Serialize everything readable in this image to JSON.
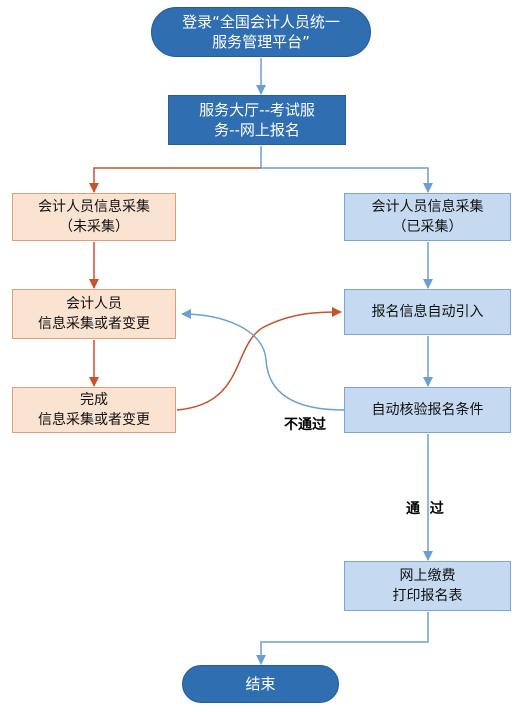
{
  "nodes": {
    "start": [
      "登录“全国会计人员统一",
      "服务管理平台”"
    ],
    "hall": [
      "服务大厅--考试服",
      "务--网上报名"
    ],
    "not_collected": [
      "会计人员信息采集",
      "（未采集）"
    ],
    "collected": [
      "会计人员信息采集",
      "（已采集）"
    ],
    "collect_change": [
      "会计人员",
      "信息采集或者变更"
    ],
    "auto_import": [
      "报名信息自动引入"
    ],
    "done_change": [
      "完成",
      "信息采集或者变更"
    ],
    "verify": [
      "自动核验报名条件"
    ],
    "pay": [
      "网上缴费",
      "打印报名表"
    ],
    "end": [
      "结束"
    ]
  },
  "labels": {
    "fail": "不通过",
    "pass": "通  过"
  },
  "colors": {
    "blue_arrow": "#6a9fd4",
    "orange_arrow": "#c8512e"
  }
}
